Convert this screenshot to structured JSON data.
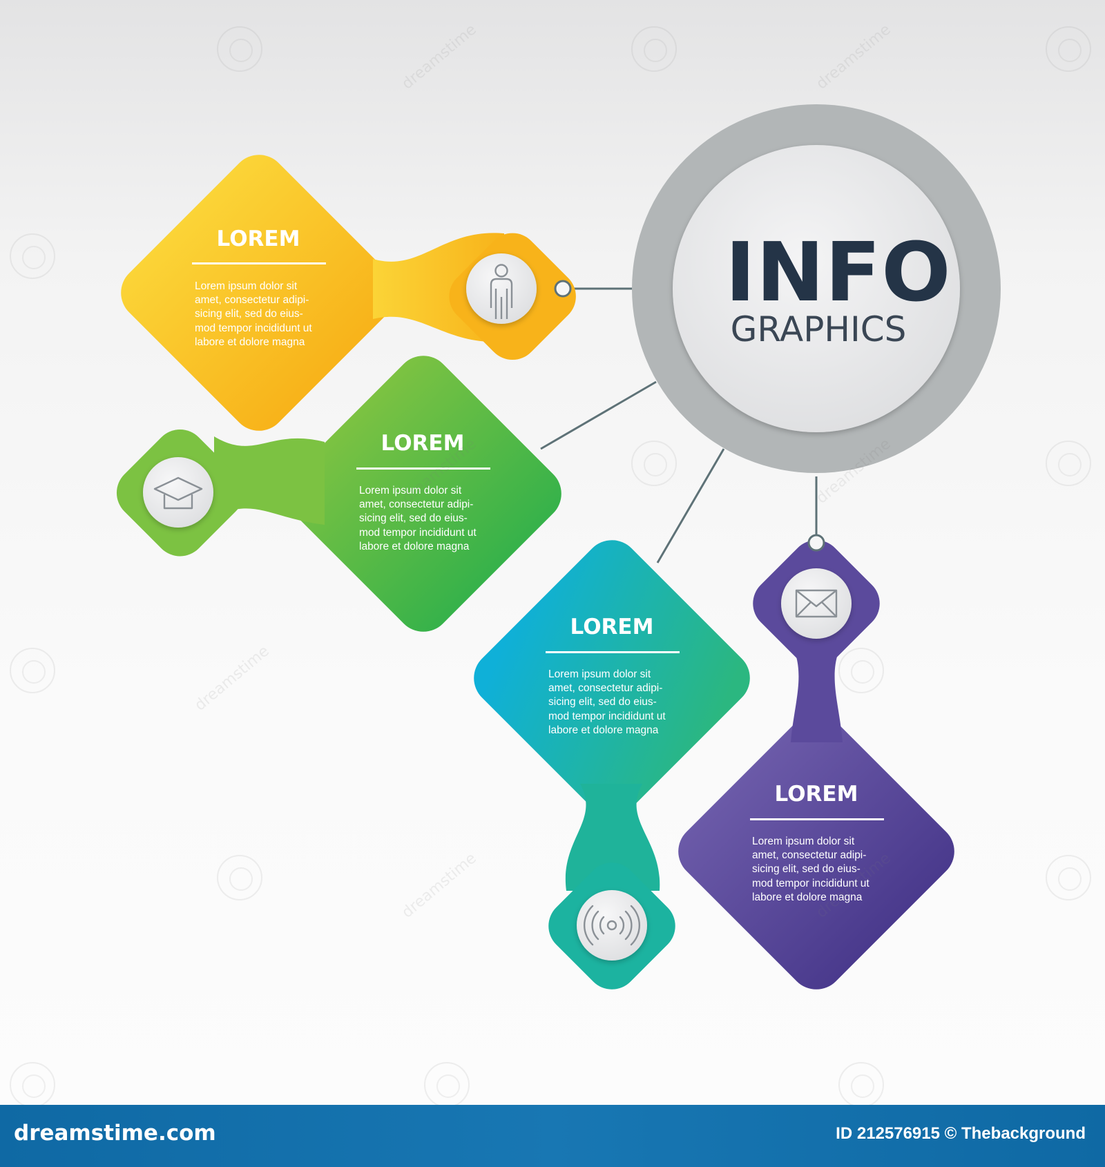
{
  "title": {
    "main": "INFO",
    "sub": "GRAPHICS"
  },
  "colors": {
    "yellow": [
      "#fbd437",
      "#f8b31a"
    ],
    "green": [
      "#7cc242",
      "#36b24a"
    ],
    "teal": [
      "#0fb0d8",
      "#2bb780"
    ],
    "purple": [
      "#6b5aa8",
      "#4a3a8d"
    ],
    "hub_ring": "#b2b6b7",
    "connector": "#5e7277"
  },
  "cards": [
    {
      "color_key": "yellow",
      "heading": "LOREM",
      "text": "Lorem ipsum dolor sit\namet, consectetur adipi-\nsicing elit, sed do eius-\nmod tempor incididunt ut\nlabore et dolore magna",
      "icon": "person-icon"
    },
    {
      "color_key": "green",
      "heading": "LOREM",
      "text": "Lorem ipsum dolor sit\namet, consectetur adipi-\nsicing elit, sed do eius-\nmod tempor incididunt ut\nlabore et dolore magna",
      "icon": "graduation-cap-icon"
    },
    {
      "color_key": "teal",
      "heading": "LOREM",
      "text": "Lorem ipsum dolor sit\namet, consectetur adipi-\nsicing elit, sed do eius-\nmod tempor incididunt ut\nlabore et dolore magna",
      "icon": "wireless-signal-icon"
    },
    {
      "color_key": "purple",
      "heading": "LOREM",
      "text": "Lorem ipsum dolor sit\namet, consectetur adipi-\nsicing elit, sed do eius-\nmod tempor incididunt ut\nlabore et dolore magna",
      "icon": "envelope-icon"
    }
  ],
  "watermark": "dreamstime",
  "footer": {
    "site": "dreamstime.com",
    "credit": "ID 212576915 © Thebackground"
  }
}
